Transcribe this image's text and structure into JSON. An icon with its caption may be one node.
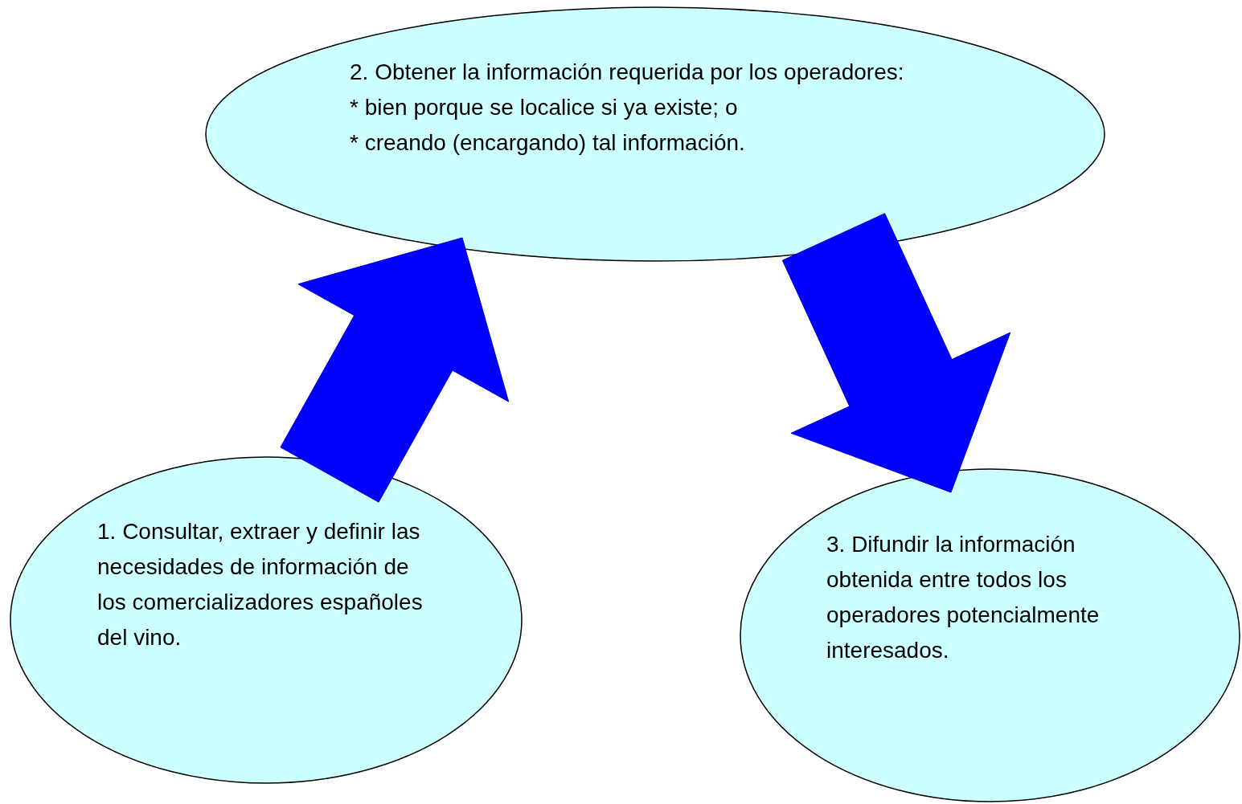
{
  "diagram": {
    "nodes": [
      {
        "text": [
          "2. Obtener la información requerida por los operadores:",
          "* bien porque se localice si ya existe; o",
          "* creando (encargando) tal información."
        ]
      },
      {
        "text": [
          "1. Consultar, extraer y definir las necesidades de información de los comercializadores españoles del vino."
        ]
      },
      {
        "text": [
          "3. Difundir la información obtenida entre todos los operadores potencialmente interesados."
        ]
      }
    ],
    "edges": [
      {
        "from": 1,
        "to": 0,
        "arrow": "to"
      },
      {
        "from": 0,
        "to": 2,
        "arrow": "to"
      }
    ]
  }
}
